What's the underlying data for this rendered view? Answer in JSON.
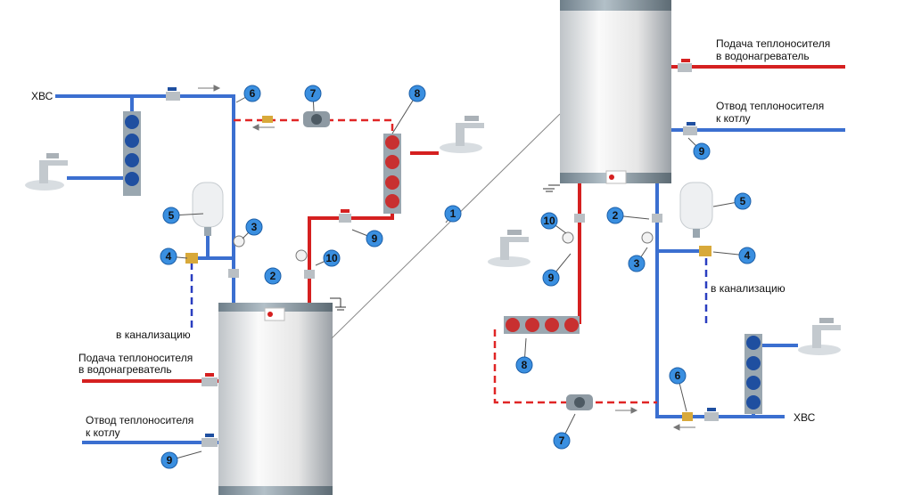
{
  "labels": {
    "hvs": "ХВС",
    "drain": "в канализацию",
    "supply_line1": "Подача теплоносителя",
    "supply_line2": "в водонагреватель",
    "return_line1": "Отвод теплоносителя",
    "return_line2": "к котлу"
  },
  "callouts": [
    "1",
    "2",
    "3",
    "4",
    "5",
    "6",
    "7",
    "8",
    "9",
    "10"
  ],
  "colors": {
    "cold_pipe": "#3b6fd0",
    "hot_pipe": "#d52020",
    "callout_fill": "#3a8fe0",
    "manifold_valve": "#1f4fa0",
    "manifold_hot_valve": "#c83030",
    "tank_body": "#e8e8e8",
    "tank_cap": "#8a9aa6"
  },
  "icons": [
    "faucet-icon",
    "ball-valve-icon",
    "expansion-tank-icon",
    "pump-icon",
    "thermometer-icon",
    "pressure-gauge-icon",
    "safety-valve-icon",
    "ground-icon"
  ]
}
